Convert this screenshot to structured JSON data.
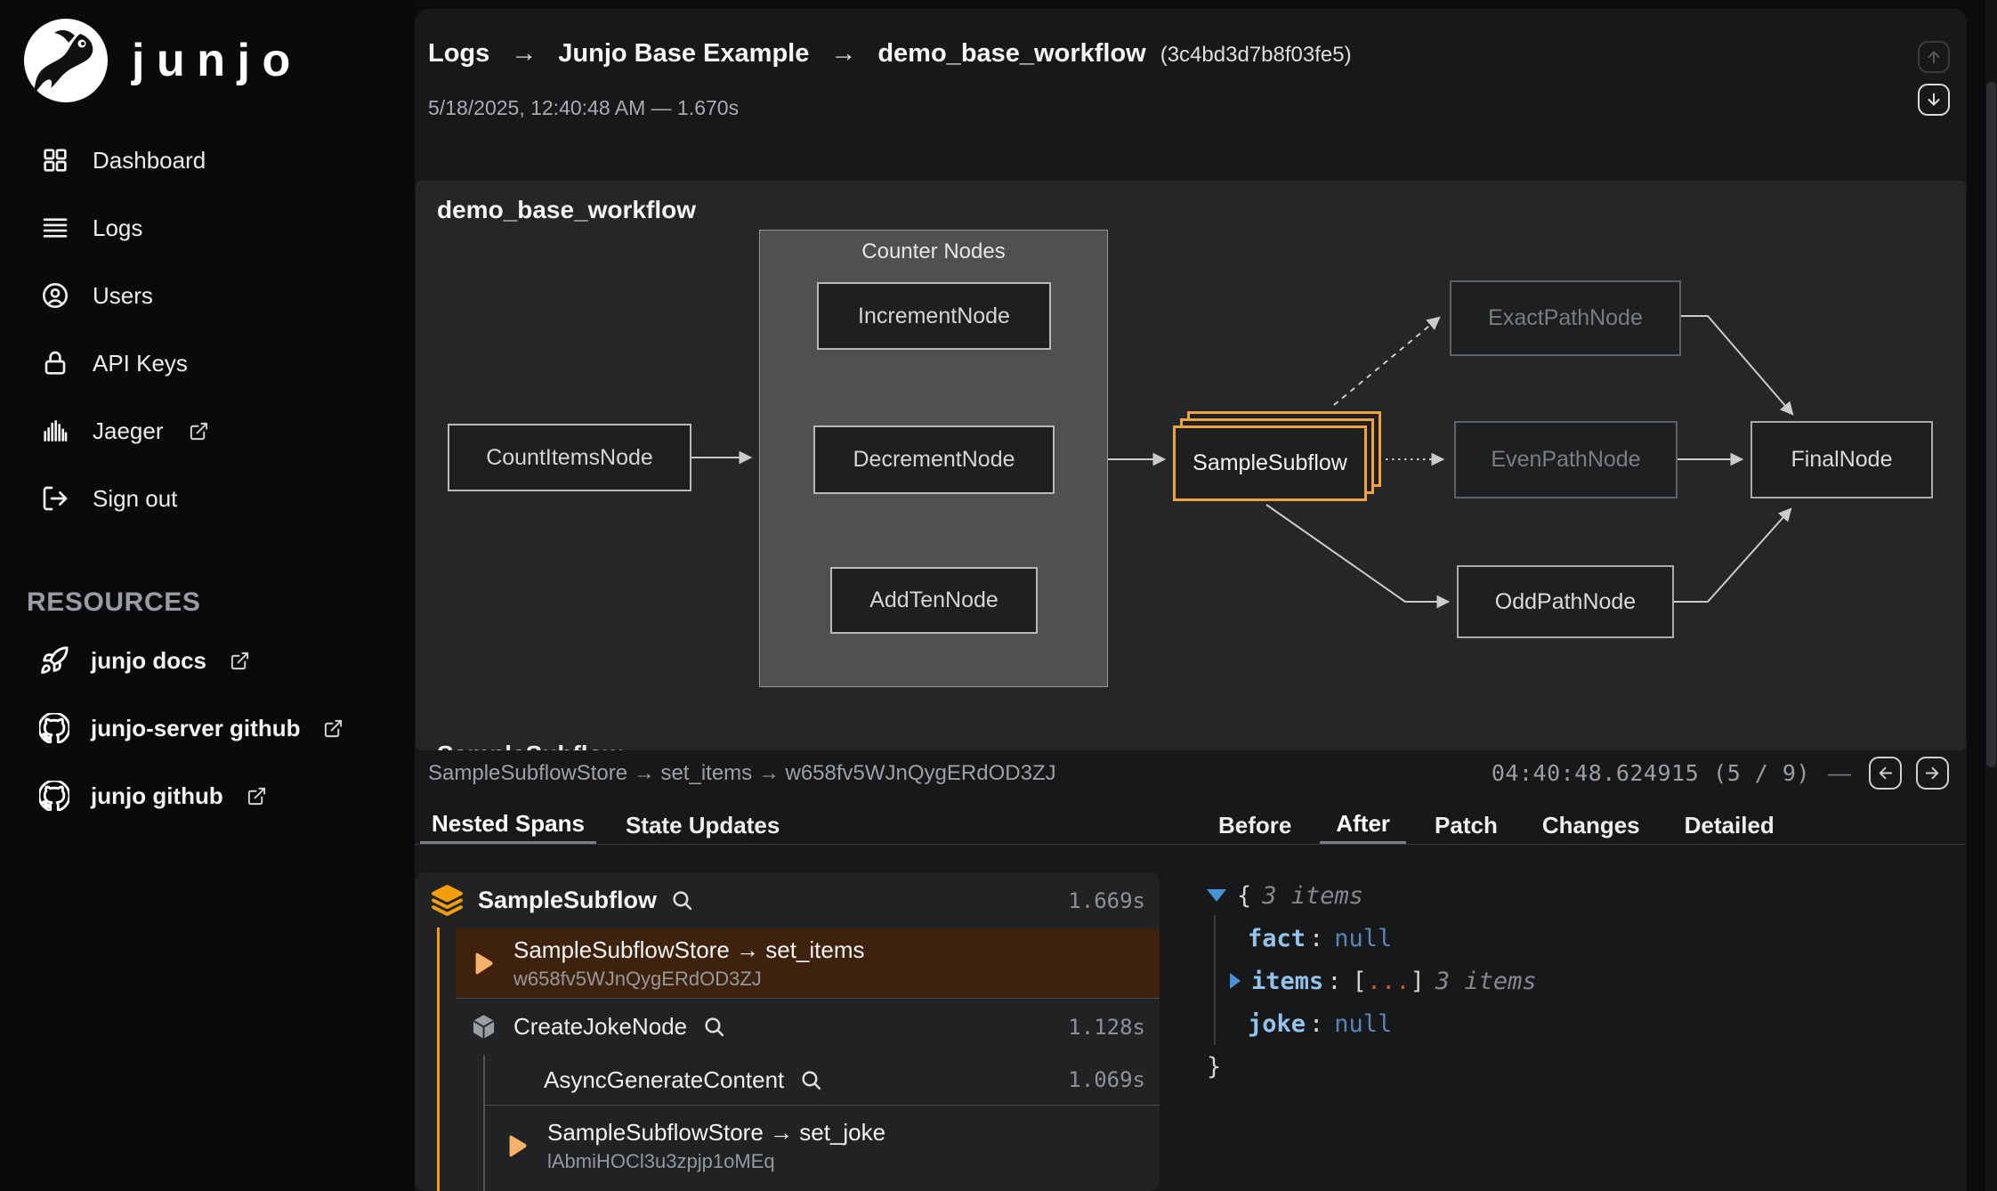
{
  "sidebar": {
    "logo_text": "junjo",
    "nav": [
      {
        "label": "Dashboard"
      },
      {
        "label": "Logs"
      },
      {
        "label": "Users"
      },
      {
        "label": "API Keys"
      },
      {
        "label": "Jaeger"
      },
      {
        "label": "Sign out"
      }
    ],
    "resources_header": "RESOURCES",
    "resources": [
      {
        "label": "junjo docs"
      },
      {
        "label": "junjo-server github"
      },
      {
        "label": "junjo github"
      }
    ]
  },
  "header": {
    "crumb_root": "Logs",
    "crumb_sep": "→",
    "crumb_parent": "Junjo Base Example",
    "crumb_current": "demo_base_workflow",
    "crumb_id": "(3c4bd3d7b8f03fe5)",
    "datetime": "5/18/2025, 12:40:48 AM — 1.670s"
  },
  "graph": {
    "title": "demo_base_workflow",
    "group_label": "Counter Nodes",
    "nodes": {
      "count_items": "CountItemsNode",
      "increment": "IncrementNode",
      "decrement": "DecrementNode",
      "add_ten": "AddTenNode",
      "sample_subflow": "SampleSubflow",
      "exact_path": "ExactPathNode",
      "even_path": "EvenPathNode",
      "odd_path": "OddPathNode",
      "final": "FinalNode"
    },
    "cutoff_heading": "SampleSubflow"
  },
  "detail": {
    "span_path": "SampleSubflowStore → set_items → w658fv5WJnQygERdOD3ZJ",
    "timestamp": "04:40:48.624915",
    "page_indicator": "(5 / 9)",
    "separator": "—",
    "tabs_left": [
      {
        "label": "Nested Spans"
      },
      {
        "label": "State Updates"
      }
    ],
    "tabs_right": [
      {
        "label": "Before"
      },
      {
        "label": "After"
      },
      {
        "label": "Patch"
      },
      {
        "label": "Changes"
      },
      {
        "label": "Detailed"
      }
    ],
    "tree": {
      "root_label": "SampleSubflow",
      "root_duration": "1.669s",
      "row_set_items": {
        "label": "SampleSubflowStore → set_items",
        "id": "w658fv5WJnQygERdOD3ZJ"
      },
      "row_create_joke": {
        "label": "CreateJokeNode",
        "duration": "1.128s"
      },
      "row_async": {
        "label": "AsyncGenerateContent",
        "duration": "1.069s"
      },
      "row_set_joke": {
        "label": "SampleSubflowStore → set_joke",
        "id": "lAbmiHOCl3u3zpjp1oMEq"
      }
    },
    "json": {
      "open": "{",
      "close": "}",
      "root_meta": "3 items",
      "colon": ":",
      "fact_key": "fact",
      "fact_value": "null",
      "items_key": "items",
      "items_open": "[",
      "items_dots": "...",
      "items_close": "]",
      "items_meta": "3 items",
      "joke_key": "joke",
      "joke_value": "null"
    }
  },
  "colors": {
    "accent_orange": "#f59e0b",
    "selected_row": "#3f220e",
    "json_key": "#93c3ea",
    "json_null": "#5b83b5",
    "json_ellipsis": "#bf5c2a"
  }
}
